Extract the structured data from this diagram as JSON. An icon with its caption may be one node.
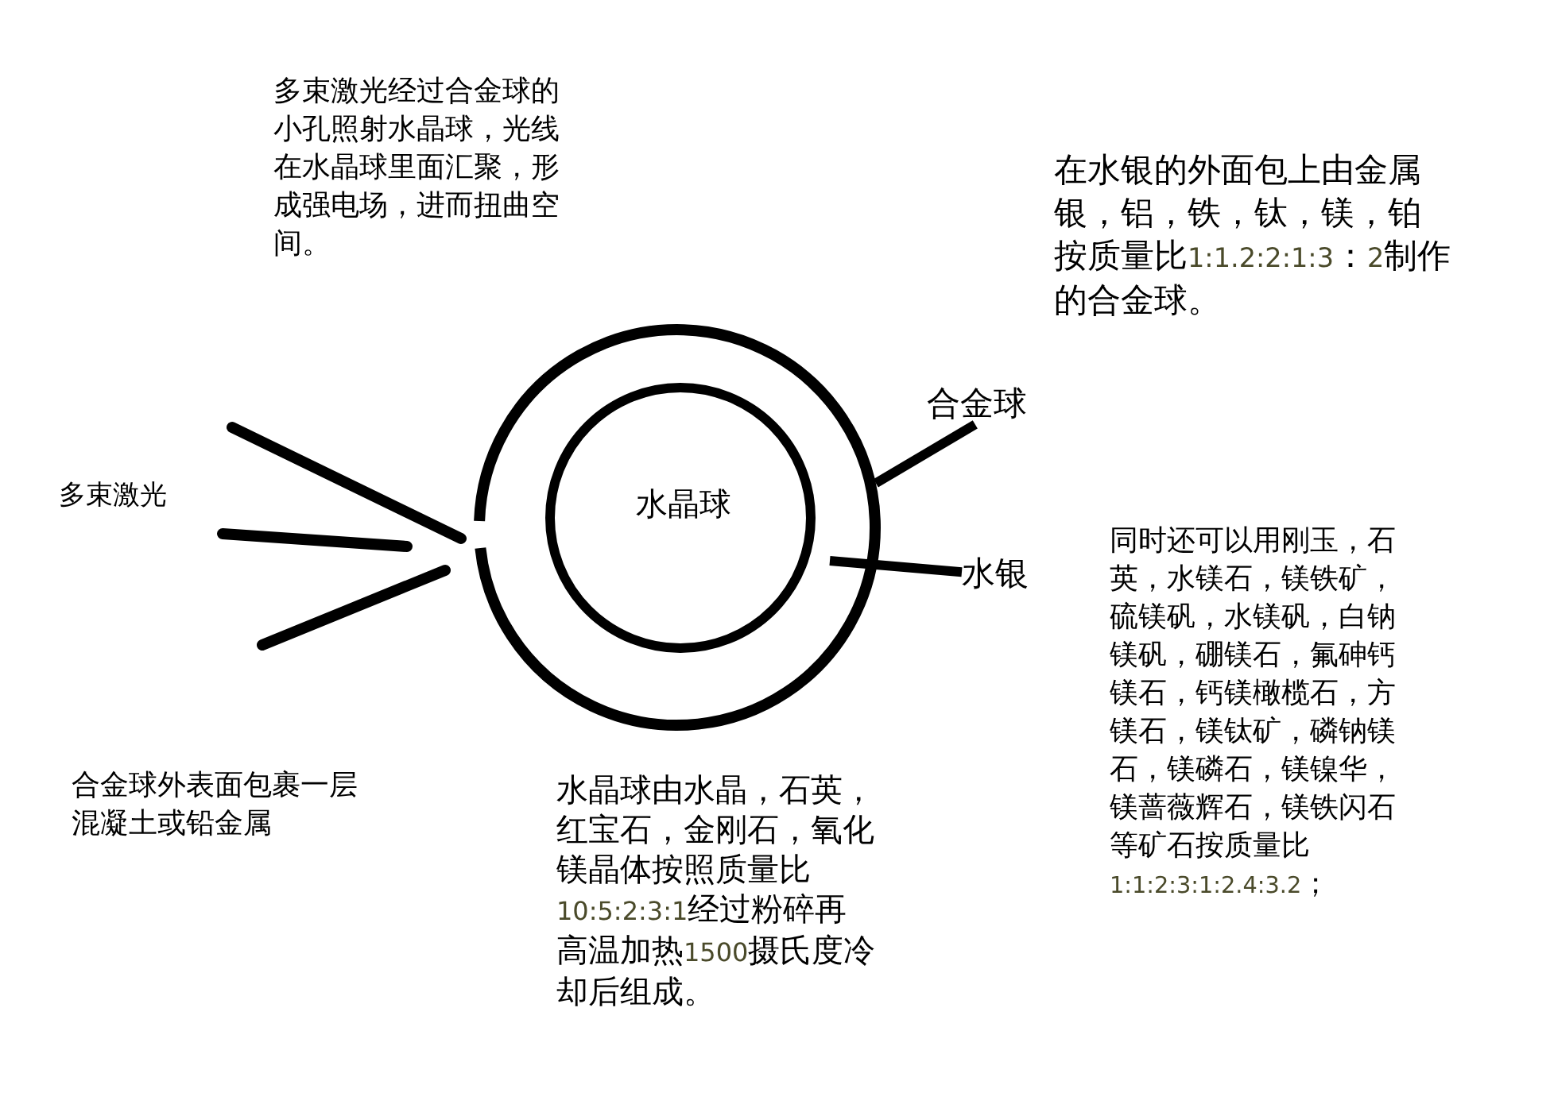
{
  "diagram": {
    "nodes": [
      {
        "text": [],
        "shape": "circle"
      },
      {
        "text": [
          "水晶球"
        ],
        "in": 0
      },
      {
        "text": [
          "合金球"
        ]
      },
      {
        "text": [
          "水银"
        ]
      }
    ],
    "edges": [
      {
        "from": 2,
        "to": 0,
        "arrow": "none"
      },
      {
        "from": 3,
        "to": null,
        "arrow": "none"
      }
    ],
    "labels": [
      "多束激光经过合金球的小孔照射水晶球，光线在水晶球里面汇聚，形成强电场，进而扭曲空间。",
      "在水银的外面包上由金属银，铝，铁，钛，镁，铂按质量比1:1.2:2:1:3：2制作的合金球。",
      "多束激光",
      "同时还可以用刚玉，石英，水镁石，镁铁矿，硫镁矾，水镁矾，白钠镁矾，硼镁石，氟砷钙镁石，钙镁橄榄石，方镁石，镁钛矿，磷钠镁石，镁磷石，镁镍华，镁蔷薇辉石，镁铁闪石等矿石按质量比1:1:2:3:1:2.4:3.2；",
      "合金球外表面包裹一层混凝土或铅金属",
      "水晶球由水晶，石英，红宝石，金刚石，氧化镁晶体按照质量比10:5:2:3:1经过粉碎再高温加热1500摄氏度冷却后组成。"
    ]
  }
}
